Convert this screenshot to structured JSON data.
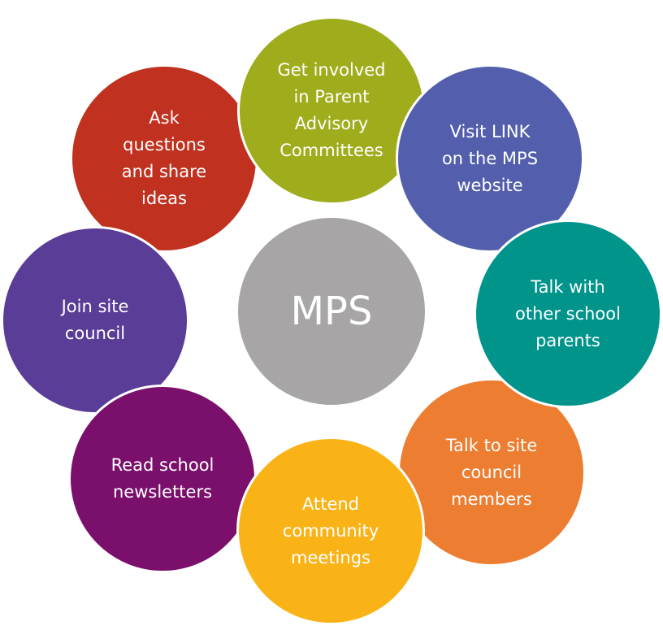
{
  "center": {
    "label": "MPS",
    "color": "#a7a5a5"
  },
  "nodes": [
    {
      "id": "get-involved",
      "label": "Get involved\nin Parent\nAdvisory\nCommittees",
      "color": "#9fac1c"
    },
    {
      "id": "visit-link",
      "label": "Visit LINK\non the MPS\nwebsite",
      "color": "#535fac"
    },
    {
      "id": "talk-parents",
      "label": "Talk with\nother school\nparents",
      "color": "#00948b"
    },
    {
      "id": "talk-council",
      "label": "Talk to site\ncouncil\nmembers",
      "color": "#ed7d31"
    },
    {
      "id": "attend-meetings",
      "label": "Attend\ncommunity\nmeetings",
      "color": "#fab317"
    },
    {
      "id": "read-newsletters",
      "label": "Read school\nnewsletters",
      "color": "#7b0f6c"
    },
    {
      "id": "join-council",
      "label": "Join site\ncouncil",
      "color": "#5a3d97"
    },
    {
      "id": "ask-questions",
      "label": "Ask\nquestions\nand share\nideas",
      "color": "#c0311f"
    }
  ]
}
